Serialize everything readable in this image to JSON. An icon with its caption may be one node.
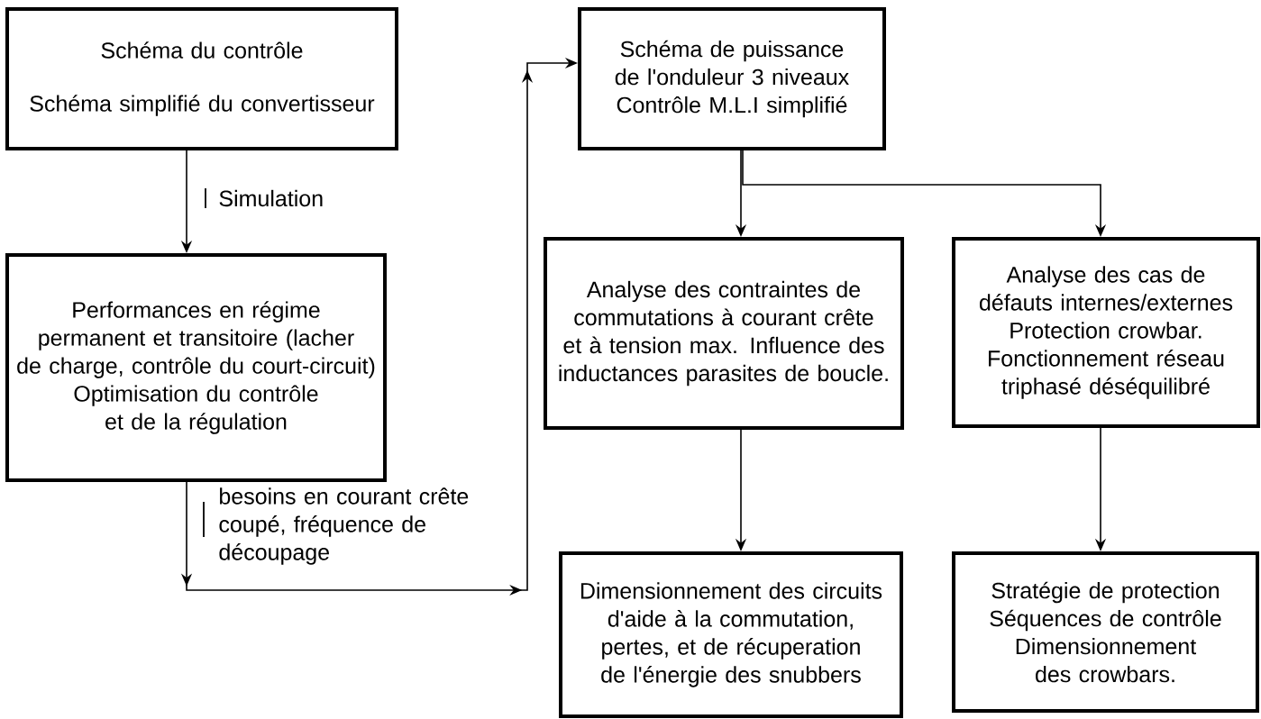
{
  "diagram": {
    "nodes": [
      {
        "text": [
          "Schéma du contrôle",
          "Schéma simplifié du convertisseur"
        ]
      },
      {
        "text": [
          "Performances en régime permanent et transitoire (lacher de charge, contrôle du court-circuit)",
          "Optimisation du contrôle et de la régulation"
        ]
      },
      {
        "text": [
          "Schéma de puissance de l'onduleur 3 niveaux",
          "Contrôle M.L.I simplifié"
        ]
      },
      {
        "text": [
          "Analyse des contraintes de commutations à courant crête et à tension max. Influence des inductances parasites de boucle."
        ]
      },
      {
        "text": [
          "Analyse des cas de défauts internes/externes",
          "Protection crowbar.",
          "Fonctionnement réseau triphasé déséquilibré"
        ]
      },
      {
        "text": [
          "Dimensionnement des circuits d'aide à la commutation, pertes, et de récuperation de l'énergie des snubbers"
        ]
      },
      {
        "text": [
          "Stratégie de protection",
          "Séquences de contrôle",
          "Dimensionnement des crowbars."
        ]
      }
    ],
    "edges": [
      {
        "from": 0,
        "to": 1,
        "arrow": "to",
        "label": "Simulation"
      },
      {
        "from": 1,
        "to": 2,
        "arrow": "to",
        "label": "besoins en courant crête coupé, fréquence de découpage"
      },
      {
        "from": 2,
        "to": 3,
        "arrow": "to"
      },
      {
        "from": 2,
        "to": 4,
        "arrow": "to"
      },
      {
        "from": 3,
        "to": 5,
        "arrow": "to"
      },
      {
        "from": 4,
        "to": 6,
        "arrow": "to"
      }
    ]
  }
}
